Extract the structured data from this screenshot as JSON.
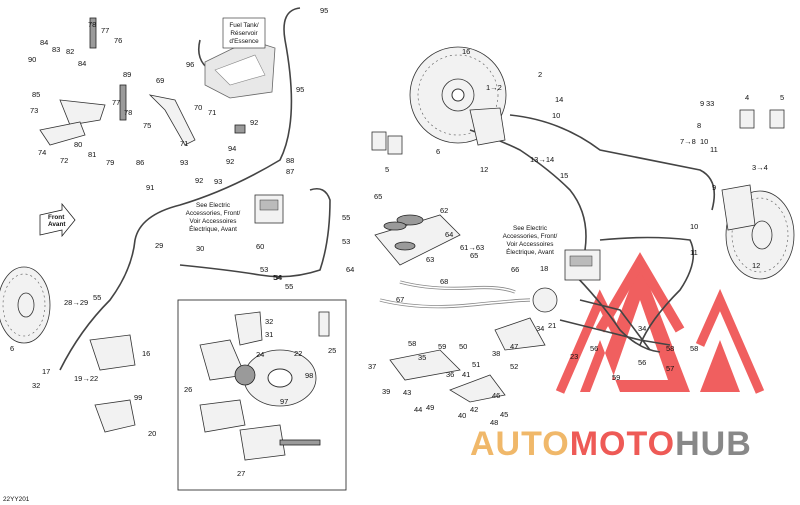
{
  "diagram_code": "22YY201",
  "notes": {
    "fuel_tank_en": "Fuel Tank/",
    "fuel_tank_fr": "Réservoir",
    "fuel_tank_fr2": "d'Essence",
    "electric_left_1": "See Electric",
    "electric_left_2": "Accessories, Front/",
    "electric_left_3": "Voir Accessoires",
    "electric_left_4": "Électrique, Avant",
    "electric_right_1": "See Electric",
    "electric_right_2": "Accessories, Front/",
    "electric_right_3": "Voir Accessoires",
    "electric_right_4": "Électrique, Avant",
    "front_1": "Front",
    "front_2": "Avant"
  },
  "watermark": {
    "part1": "AUTO",
    "part2": "MOTO",
    "part3": "HUB",
    "color_auto": "#f0b86a",
    "color_moto": "#ee5a56",
    "color_hub": "#888888",
    "logo_color": "#ee4444"
  },
  "callouts": [
    "78",
    "77",
    "76",
    "84",
    "83",
    "82",
    "90",
    "84",
    "85",
    "89",
    "69",
    "96",
    "95",
    "95",
    "2",
    "1→2",
    "16",
    "73",
    "77",
    "78",
    "75",
    "70",
    "71",
    "71",
    "74",
    "72",
    "81",
    "80",
    "79",
    "86",
    "92",
    "94",
    "93",
    "92",
    "92",
    "93",
    "88",
    "87",
    "91",
    "8",
    "7→8",
    "11",
    "10",
    "9",
    "14",
    "10",
    "12",
    "13→14",
    "6",
    "5",
    "4",
    "5",
    "3→4",
    "15",
    "55",
    "53",
    "55",
    "54",
    "29",
    "30",
    "60",
    "62",
    "65",
    "64",
    "61→63",
    "65",
    "64",
    "63",
    "68",
    "67",
    "66",
    "53",
    "54",
    "55",
    "28→29",
    "18",
    "34",
    "33",
    "9",
    "10",
    "11",
    "12",
    "6",
    "16",
    "17",
    "19→22",
    "32",
    "32",
    "31",
    "25",
    "24",
    "22",
    "98",
    "97",
    "99",
    "20",
    "26",
    "27",
    "21",
    "23",
    "34",
    "56",
    "58",
    "58",
    "59",
    "56",
    "57",
    "58",
    "59",
    "50",
    "38",
    "37",
    "35",
    "47",
    "36",
    "41",
    "51",
    "52",
    "39",
    "43",
    "49",
    "46",
    "42",
    "44",
    "40",
    "45",
    "48",
    "45",
    "48"
  ]
}
